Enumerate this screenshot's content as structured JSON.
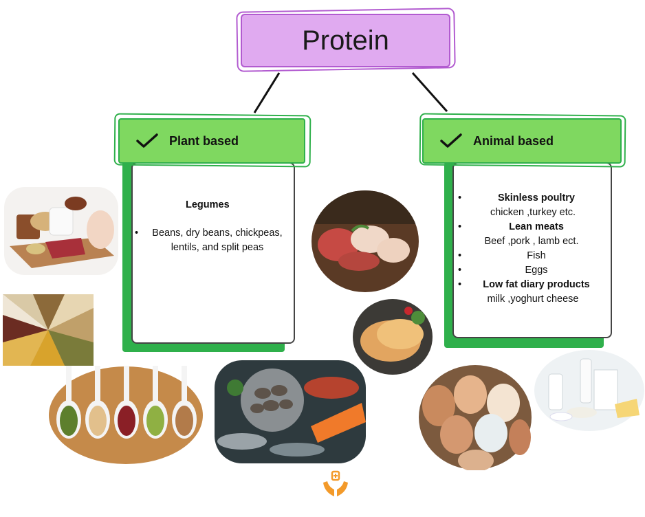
{
  "title": "Protein",
  "plant": {
    "header": "Plant based",
    "legumes_heading": "Legumes",
    "legumes_item": "Beans, dry beans, chickpeas, lentils, and split peas"
  },
  "animal": {
    "header": "Animal based",
    "items": [
      {
        "heading": "Skinless poultry",
        "detail": "chicken ,turkey etc."
      },
      {
        "heading": "Lean meats",
        "detail": "Beef ,pork , lamb ect."
      },
      {
        "heading": "Fish",
        "detail": ""
      },
      {
        "heading": "Eggs",
        "detail": ""
      },
      {
        "heading": "Low fat diary products",
        "detail": "milk ,yoghurt cheese"
      }
    ]
  },
  "colors": {
    "title_fill": "#e0aaf0",
    "title_border": "#b25bd0",
    "header_fill": "#7fd860",
    "green_dark": "#2fb04b",
    "logo_orange": "#f39a2a"
  }
}
